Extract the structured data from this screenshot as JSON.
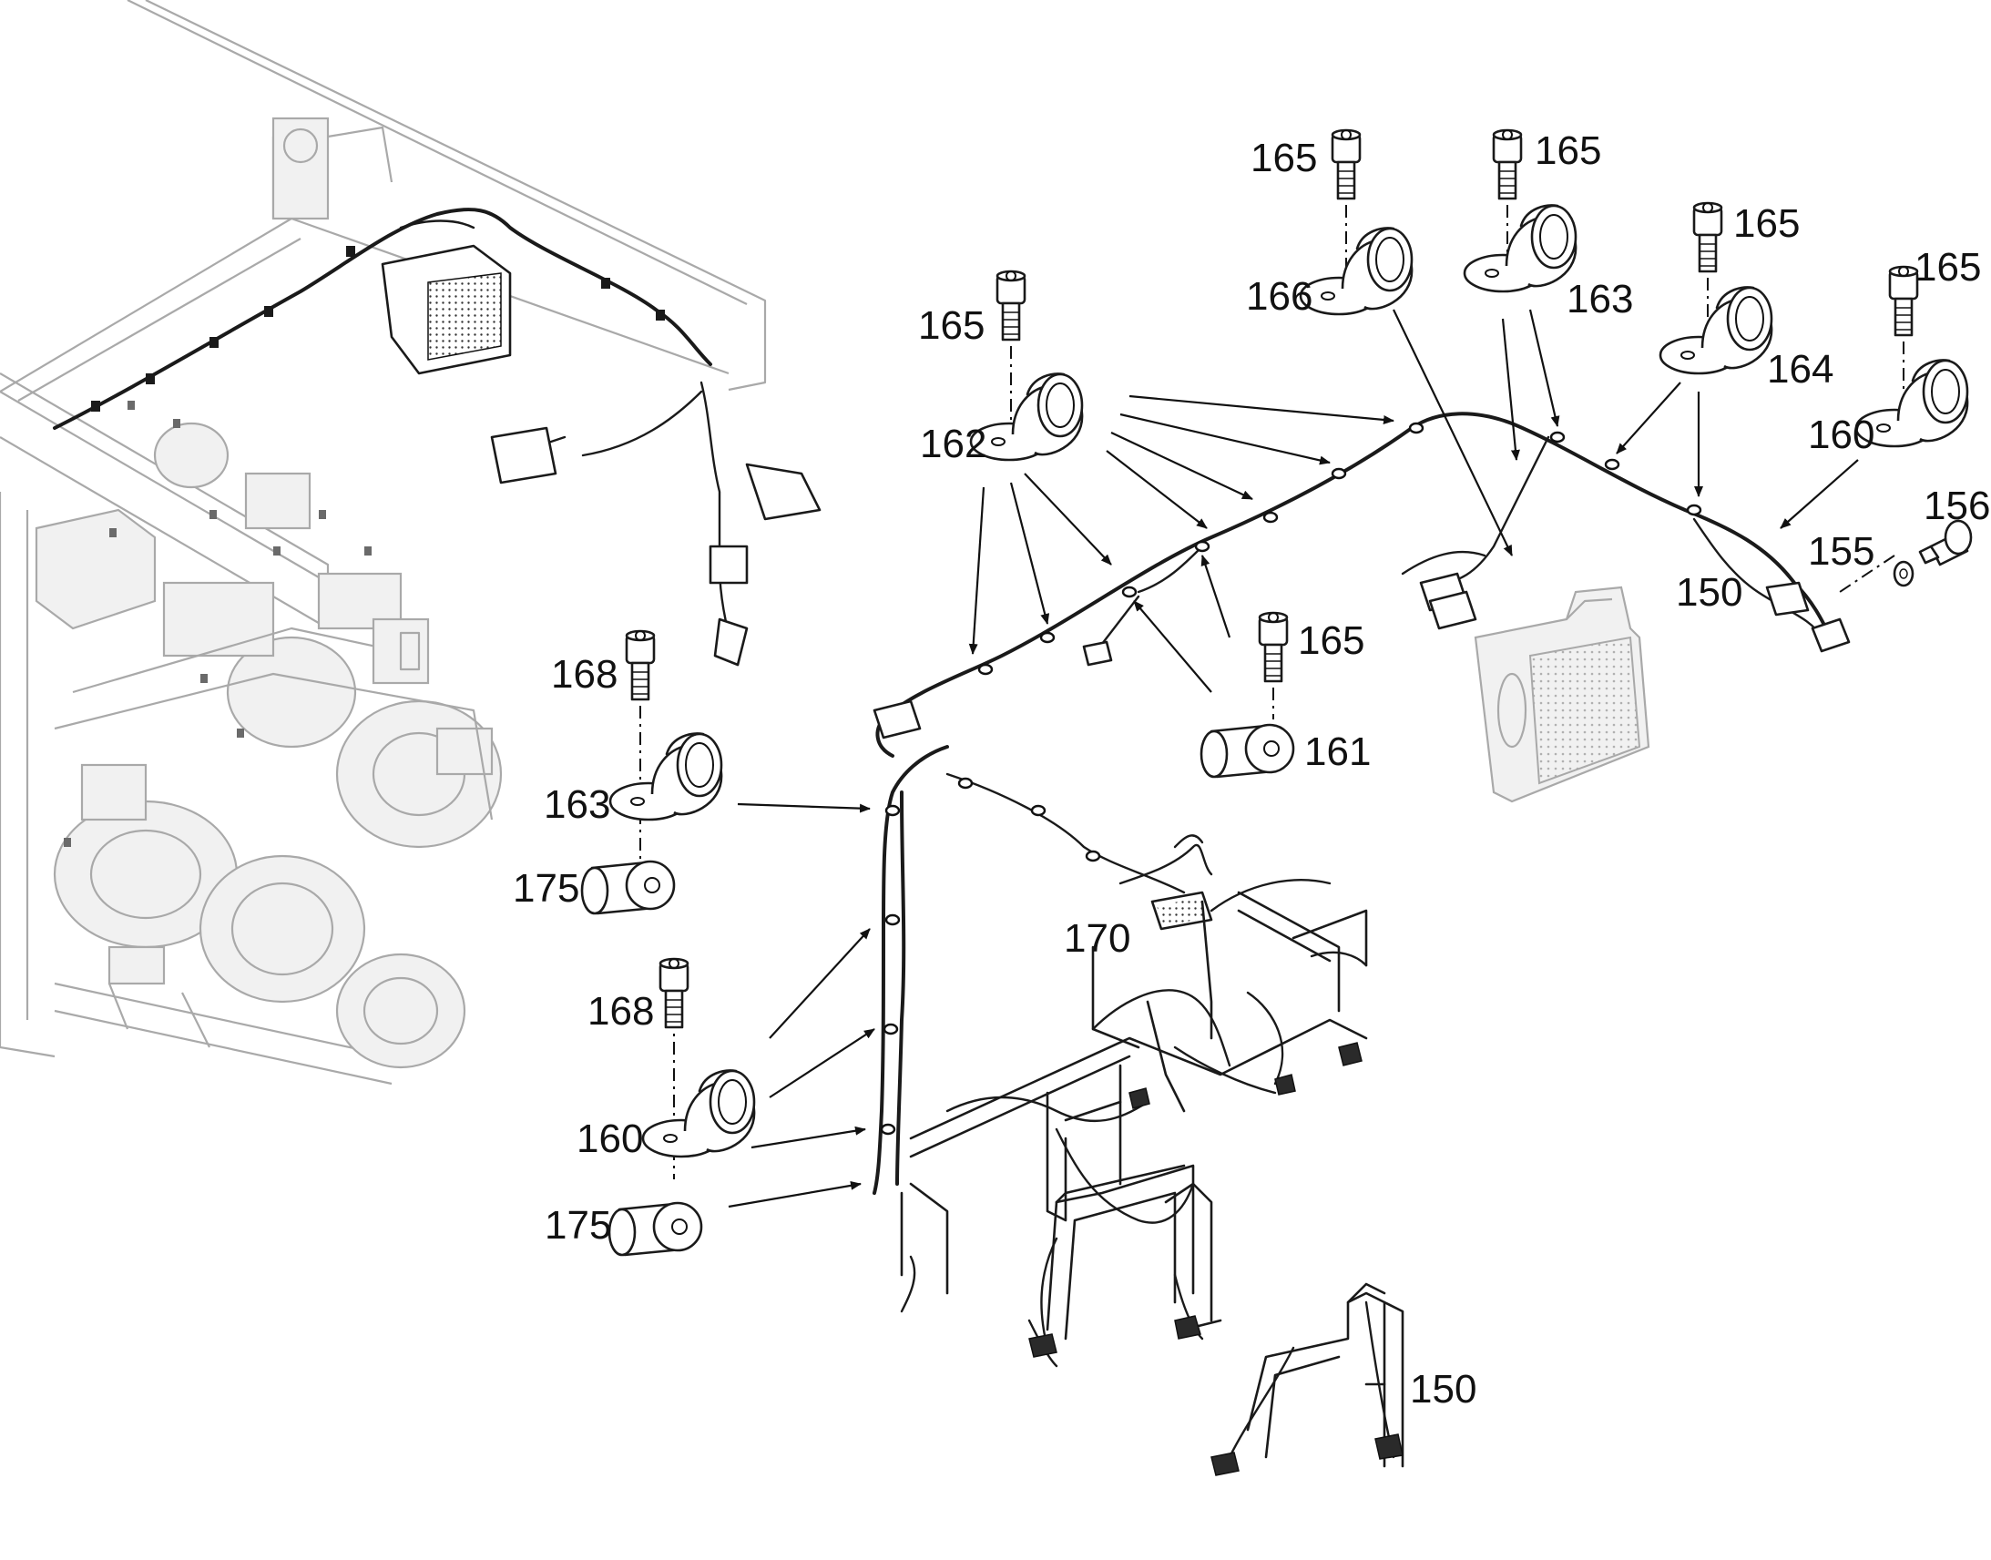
{
  "diagram": {
    "callouts": {
      "c165a": "165",
      "c165b": "165",
      "c165c": "165",
      "c165d": "165",
      "c165e": "165",
      "c165f": "165",
      "c166": "166",
      "c163a": "163",
      "c163b": "163",
      "c164": "164",
      "c160a": "160",
      "c160b": "160",
      "c156": "156",
      "c155": "155",
      "c150a": "150",
      "c150b": "150",
      "c162": "162",
      "c161": "161",
      "c168a": "168",
      "c168b": "168",
      "c175a": "175",
      "c175b": "175",
      "c170": "170"
    },
    "colors": {
      "line": "#1a1a1a",
      "background_part": "#a9a9a9",
      "paper": "#ffffff"
    }
  }
}
